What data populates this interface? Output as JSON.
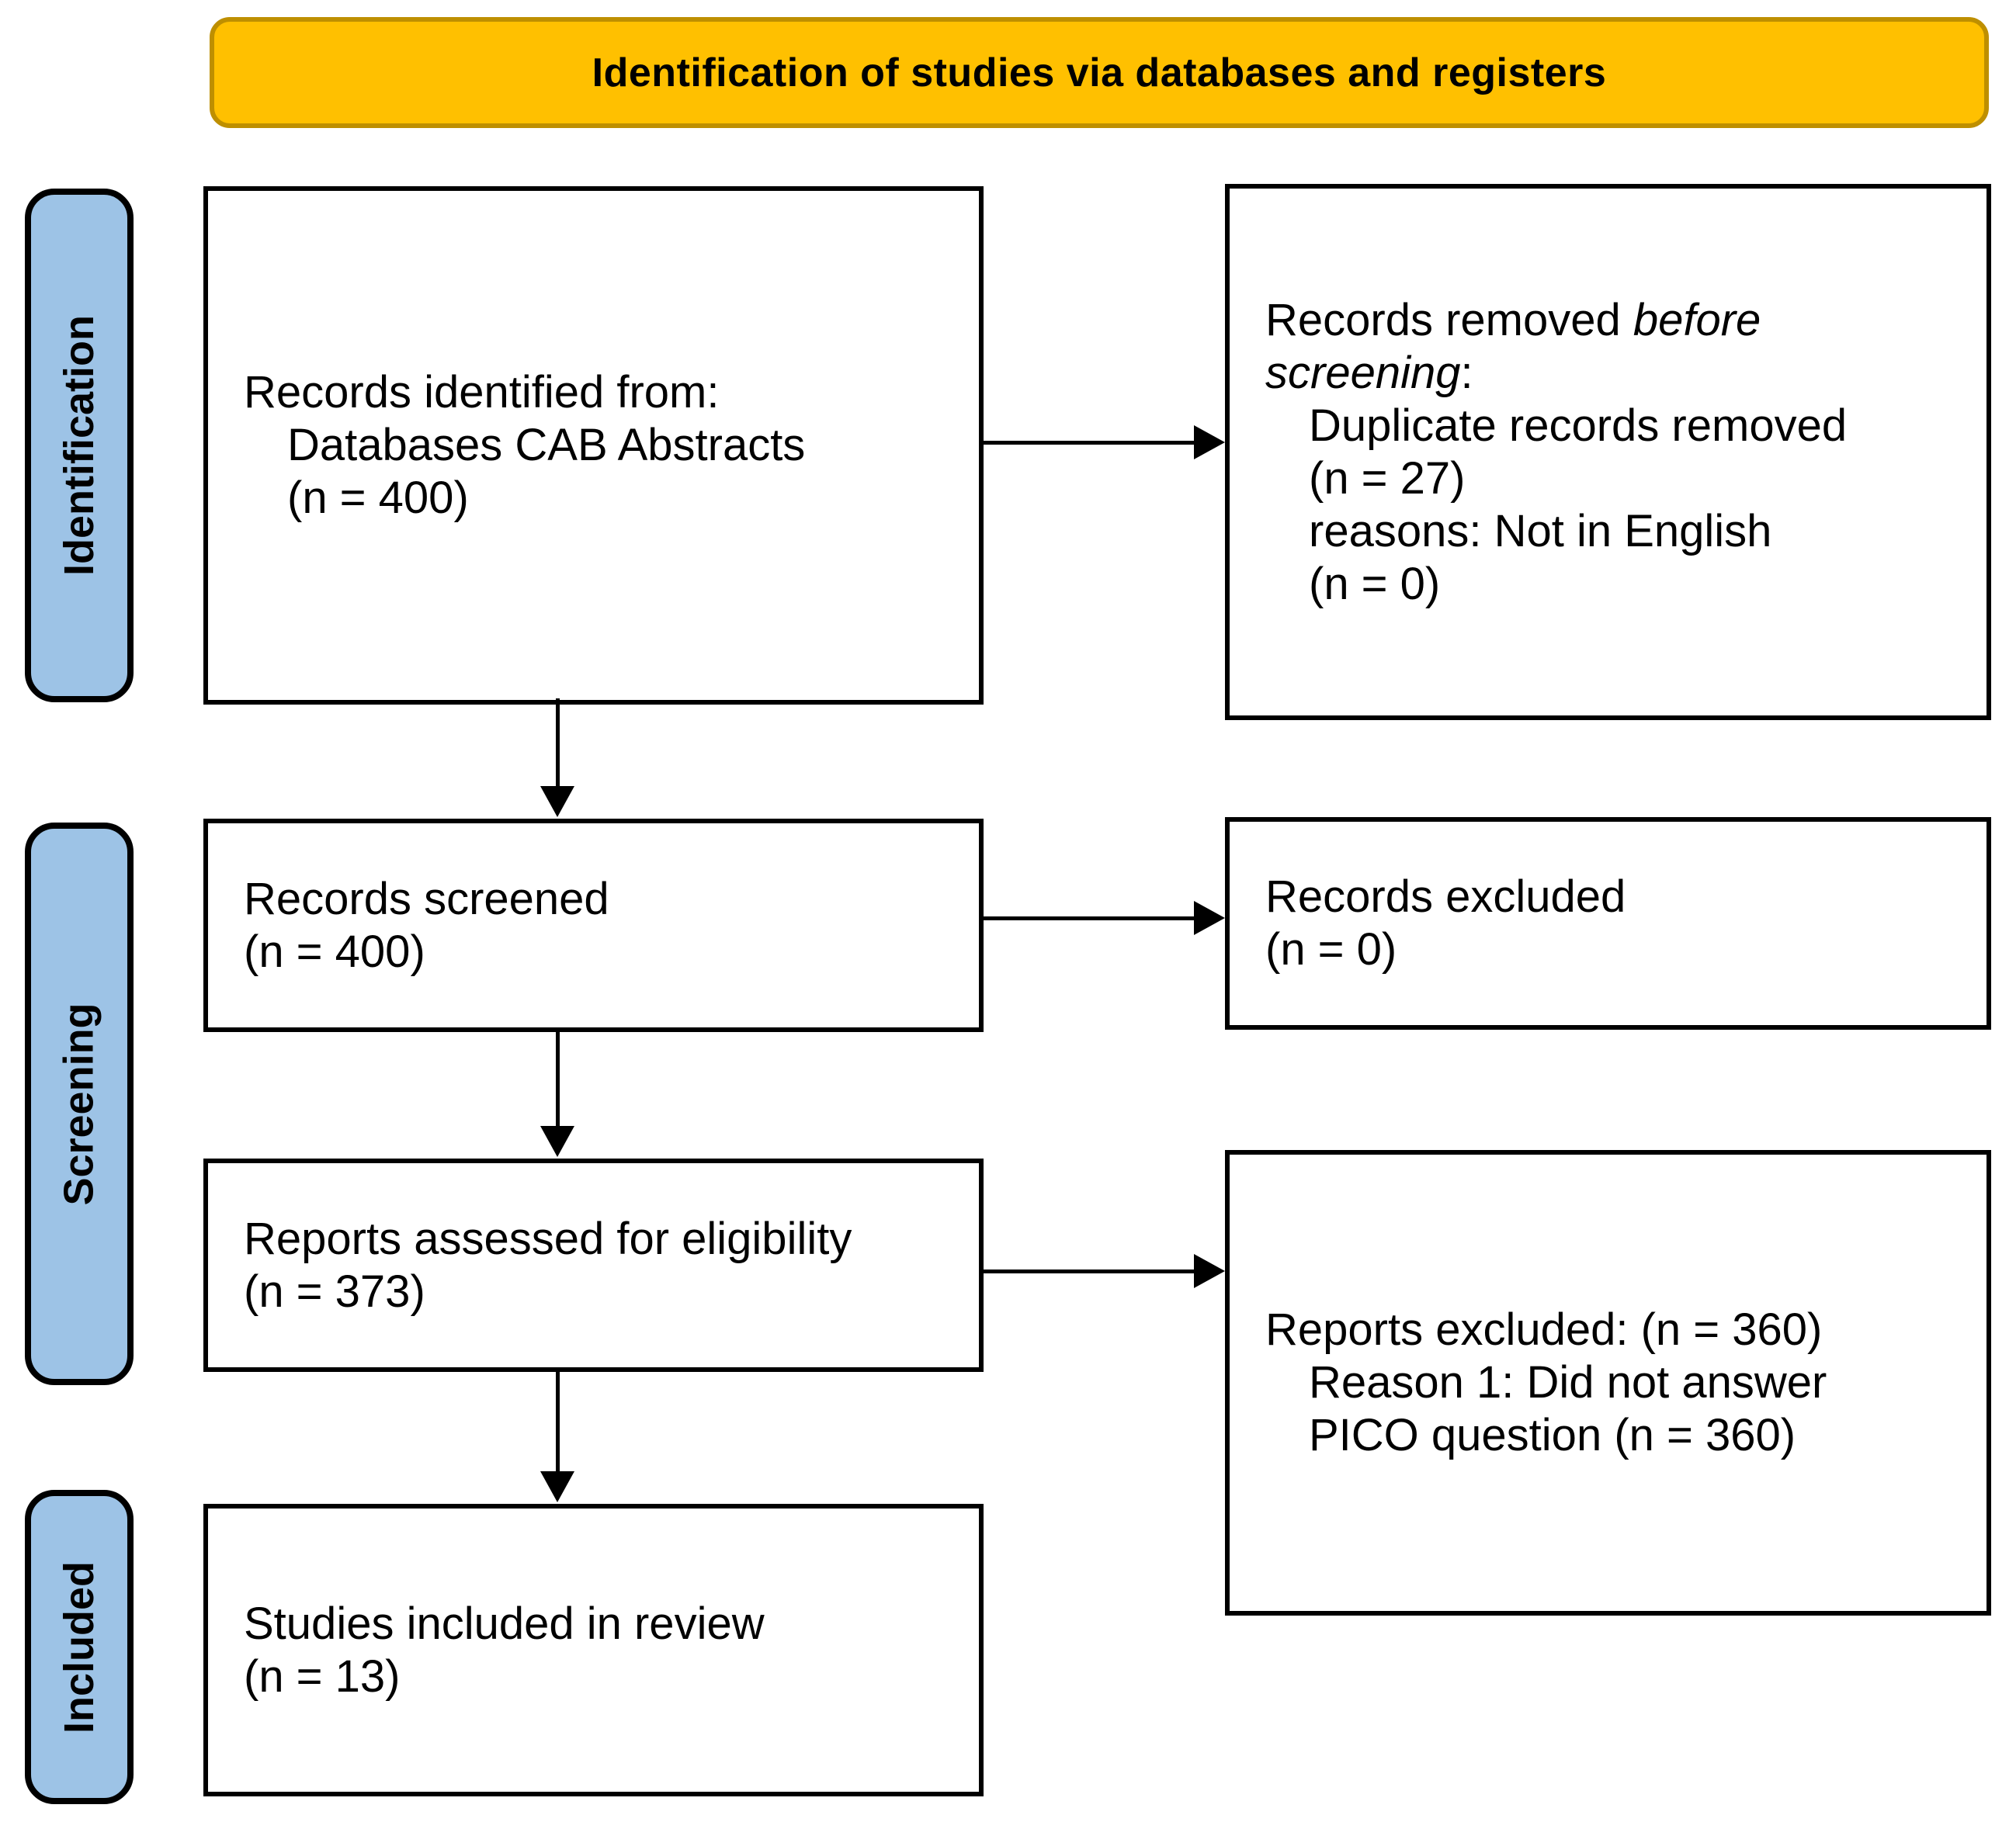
{
  "banner": {
    "title": "Identification of studies via databases and registers"
  },
  "stages": {
    "identification": {
      "label": "Identification"
    },
    "screening": {
      "label": "Screening"
    },
    "included": {
      "label": "Included"
    }
  },
  "boxes": {
    "records_identified": {
      "line1": "Records identified from:",
      "line2": "Databases CAB Abstracts",
      "line3": "(n = 400)"
    },
    "records_removed": {
      "line1_normal": "Records removed ",
      "line1_italic": "before",
      "line2_italic": "screening",
      "line2_suffix": ":",
      "line3": "Duplicate records removed",
      "line4": "(n = 27)",
      "line5": "reasons: Not in English",
      "line6": "(n = 0)"
    },
    "records_screened": {
      "line1": "Records screened",
      "line2": "(n = 400)"
    },
    "records_excluded": {
      "line1": "Records excluded",
      "line2": "(n = 0)"
    },
    "reports_assessed": {
      "line1": "Reports assessed for eligibility",
      "line2": "(n = 373)"
    },
    "reports_excluded": {
      "line1": "Reports excluded: (n = 360)",
      "line2": "Reason 1: Did not answer",
      "line3": "PICO question (n = 360)"
    },
    "studies_included": {
      "line1": "Studies included in review",
      "line2": "(n = 13)"
    }
  },
  "colors": {
    "banner_fill": "#FFC000",
    "banner_border": "#BE8F00",
    "stage_fill": "#9DC3E6",
    "stage_border": "#000000",
    "box_border": "#000000",
    "arrow": "#000000",
    "text": "#000000"
  }
}
